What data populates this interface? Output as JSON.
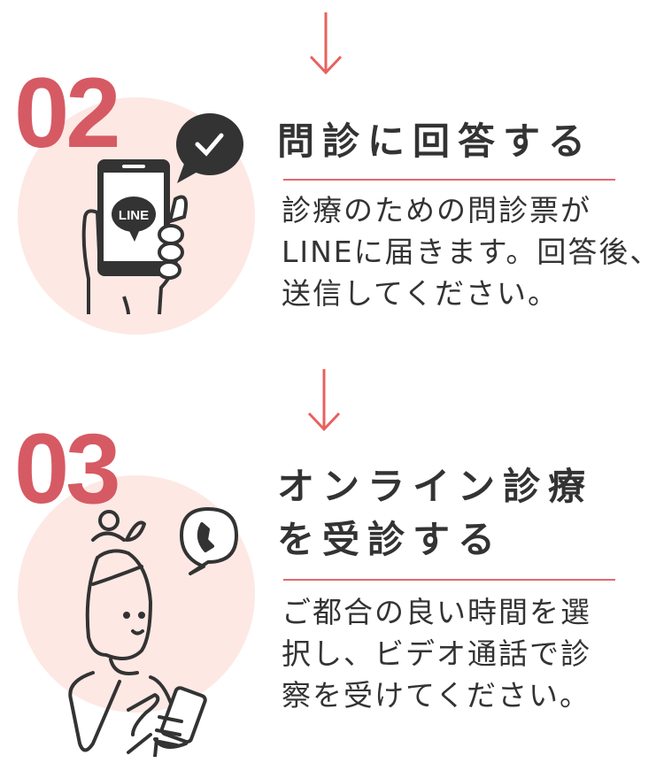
{
  "colors": {
    "accent": "#d65a63",
    "circle": "#fde8e4",
    "text": "#333333",
    "arrow": "#e8615f"
  },
  "steps": [
    {
      "number": "02",
      "title": "問診に回答する",
      "icon": "phone-line-icon",
      "badge": "LINE",
      "body": [
        "診療のための問診票が",
        "LINEに届きます。回答後、",
        "送信してください。"
      ]
    },
    {
      "number": "03",
      "title_lines": [
        "オンライン診療",
        "を受診する"
      ],
      "icon": "woman-phone-call-icon",
      "body": [
        "ご都合の良い時間を選",
        "択し、ビデオ通話で診",
        "察を受けてください。"
      ]
    }
  ]
}
